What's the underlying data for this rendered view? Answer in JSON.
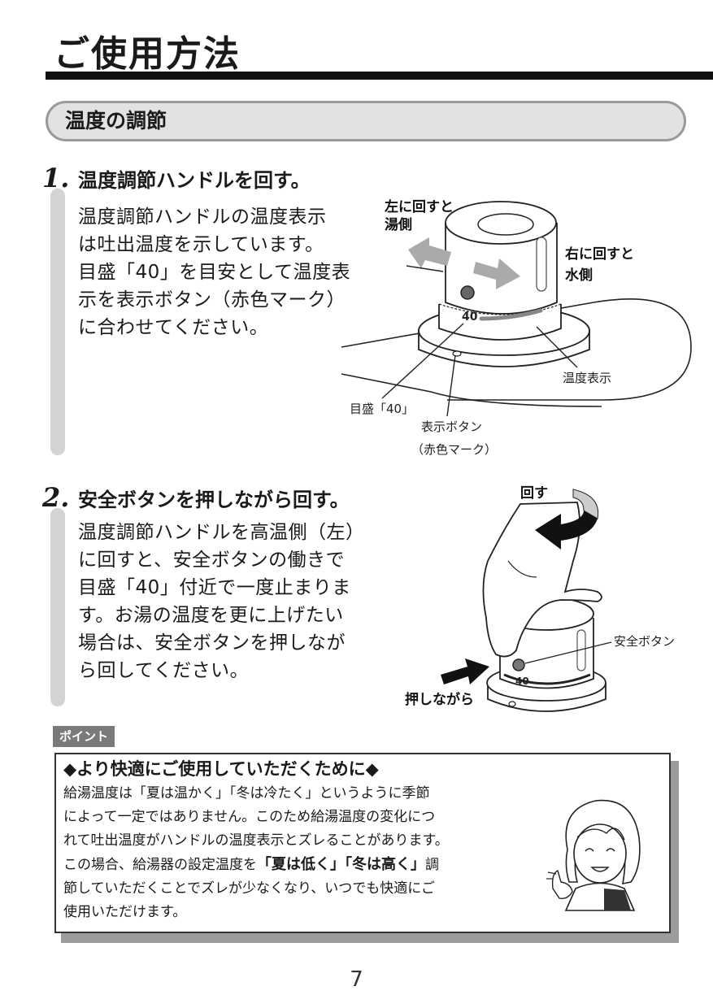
{
  "page": {
    "title": "ご使用方法",
    "section_title": "温度の調節",
    "page_number": "7"
  },
  "step1": {
    "number": "1.",
    "title": "温度調節ハンドルを回す。",
    "body": [
      "温度調節ハンドルの温度表示",
      "は吐出温度を示しています。",
      "目盛「40」を目安として温度表",
      "示を表示ボタン（赤色マーク）",
      "に合わせてください。"
    ],
    "labels": {
      "turn_left_line1": "左に回すと",
      "turn_left_line2": "湯側",
      "turn_right_line1": "右に回すと",
      "turn_right_line2": "水側",
      "temp_display": "温度表示",
      "scale_40": "目盛「40」",
      "indicator_line1": "表示ボタン",
      "indicator_line2": "（赤色マーク）",
      "dial_number": "40"
    }
  },
  "step2": {
    "number": "2.",
    "title": "安全ボタンを押しながら回す。",
    "body": [
      "温度調節ハンドルを高温側（左）",
      "に回すと、安全ボタンの働きで",
      "目盛「40」付近で一度止まりま",
      "す。お湯の温度を更に上げたい",
      "場合は、安全ボタンを押しなが",
      "ら回してください。"
    ],
    "labels": {
      "turn": "回す",
      "safety_button": "安全ボタン",
      "while_pressing": "押しながら",
      "dial_number": "40"
    }
  },
  "point": {
    "tag": "ポイント",
    "heading": "◆より快適にご使用していただくために◆",
    "lines": [
      {
        "pre": "給湯温度は「夏は温かく」「冬は冷たく」というように季節",
        "strong": "",
        "post": ""
      },
      {
        "pre": "によって一定ではありません。このため給湯温度の変化につ",
        "strong": "",
        "post": ""
      },
      {
        "pre": "れて吐出温度がハンドルの温度表示とズレることがあります。",
        "strong": "",
        "post": ""
      },
      {
        "pre": "この場合、給湯器の設定温度を",
        "strong": "「夏は低く」「冬は高く」",
        "post": "調"
      },
      {
        "pre": "節していただくことでズレが少なくなり、いつでも快適にご",
        "strong": "",
        "post": ""
      },
      {
        "pre": "使用いただけます。",
        "strong": "",
        "post": ""
      }
    ]
  }
}
